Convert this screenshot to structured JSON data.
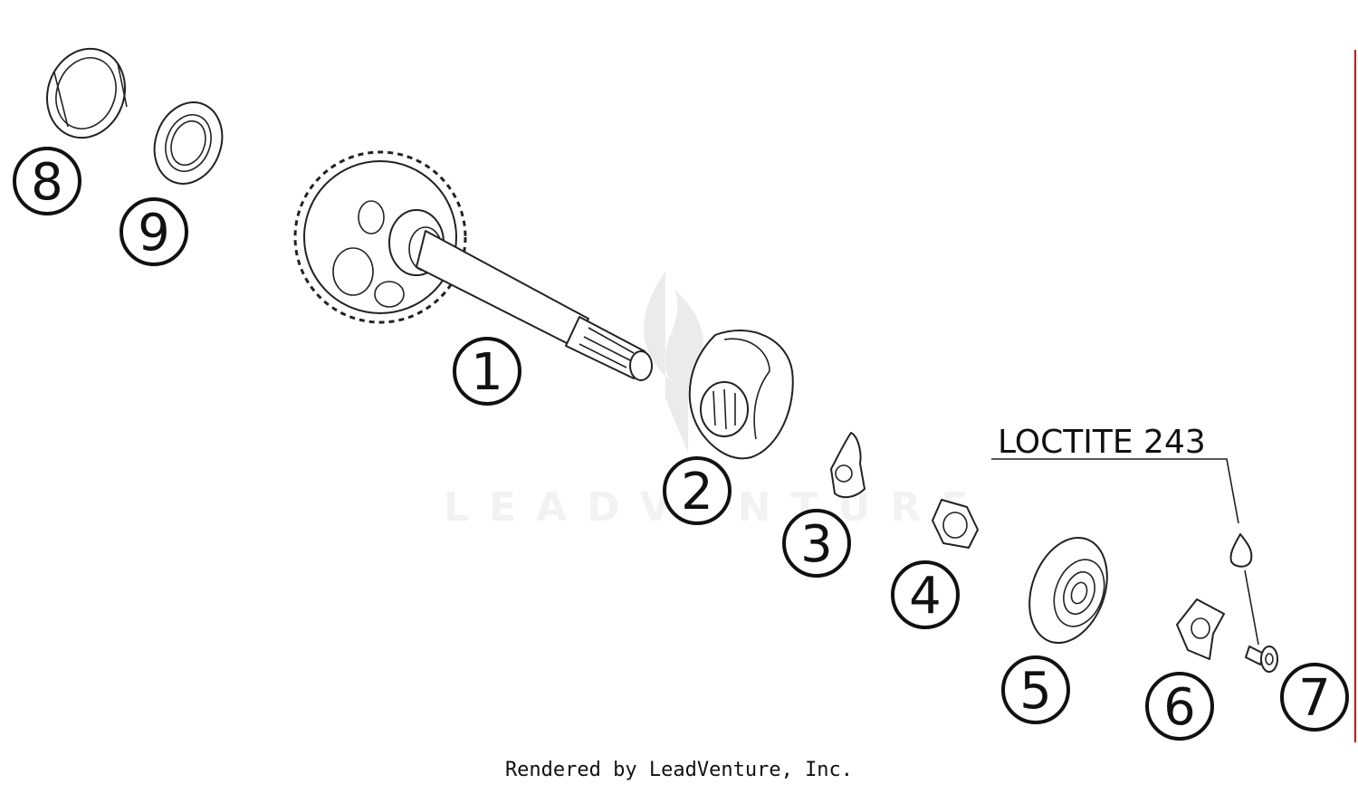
{
  "diagram": {
    "callouts": [
      {
        "id": "1",
        "label": "1"
      },
      {
        "id": "2",
        "label": "2"
      },
      {
        "id": "3",
        "label": "3"
      },
      {
        "id": "4",
        "label": "4"
      },
      {
        "id": "5",
        "label": "5"
      },
      {
        "id": "6",
        "label": "6"
      },
      {
        "id": "7",
        "label": "7"
      },
      {
        "id": "8",
        "label": "8"
      },
      {
        "id": "9",
        "label": "9"
      }
    ],
    "annotation": "LOCTITE 243",
    "watermark": "LEADVENTURE",
    "footer": "Rendered by LeadVenture, Inc.",
    "colors": {
      "line": "#222222",
      "watermark": "#cfcfcf",
      "accent_edge": "#d40000"
    }
  }
}
